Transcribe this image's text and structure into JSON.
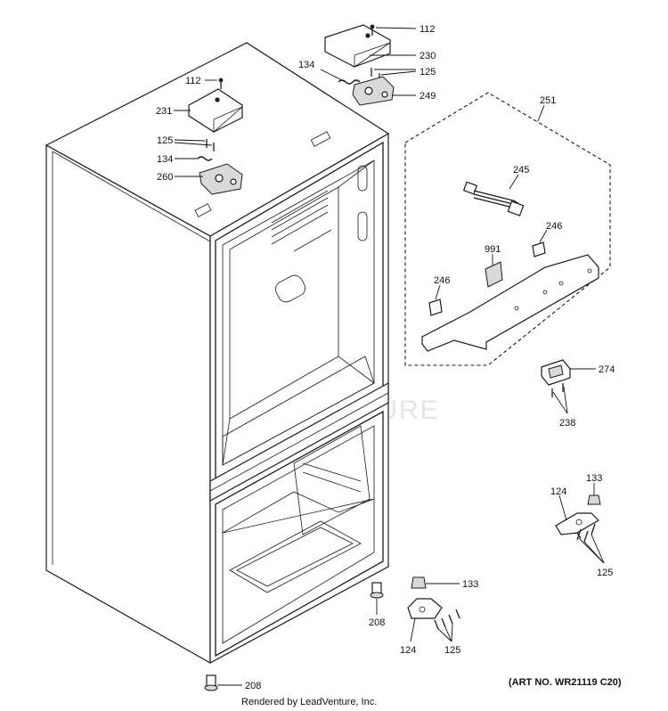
{
  "watermark": "LEADVENTURE",
  "footer": {
    "credit": "Rendered by LeadVenture, Inc.",
    "art_number": "(ART NO. WR21119 C20)"
  },
  "callouts": {
    "c112a": "112",
    "c230": "230",
    "c134a": "134",
    "c125a": "125",
    "c249": "249",
    "c112b": "112",
    "c231": "231",
    "c125b": "125",
    "c134b": "134",
    "c260": "260",
    "c251": "251",
    "c245": "245",
    "c991": "991",
    "c246a": "246",
    "c246b": "246",
    "c274": "274",
    "c238": "238",
    "c133a": "133",
    "c124a": "124",
    "c125c": "125",
    "c133b": "133",
    "c208a": "208",
    "c124b": "124",
    "c125d": "125",
    "c208b": "208"
  }
}
